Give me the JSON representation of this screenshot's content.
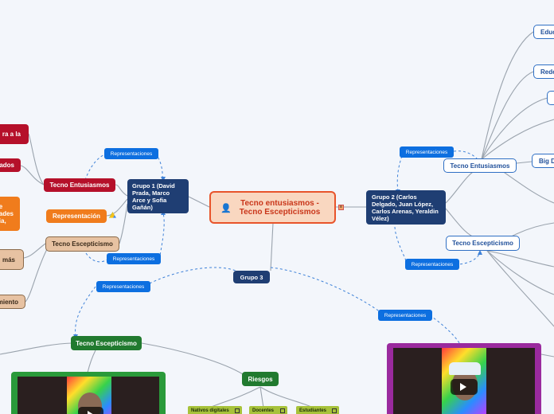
{
  "central": {
    "title": "Tecno entusiasmos - Tecno Escepticismos"
  },
  "groups": {
    "g1": "Grupo 1 (David Prada, Marco Arce y Sofia Gañán)",
    "g2": "Grupo 2 (Carlos Delgado, Juan López, Carlos Arenas, Yeraldin Vélez)",
    "g3": "Grupo 3"
  },
  "left_branch": {
    "red_items": [
      "ra a la",
      "ados"
    ],
    "entusiasmos": "Tecno Entusiasmos",
    "orange_item": "e\nades\nia,",
    "representacion": "Representación",
    "escepticismo": "Tecno Escepticismo",
    "tan_items": [
      "más",
      "miento"
    ]
  },
  "right_branch": {
    "entusiasmos": "Tecno Entusiasmos",
    "escepticismo": "Tecno Escepticismo",
    "leaves": [
      "Educ",
      "Rede",
      "",
      "Big D"
    ]
  },
  "group3_branch": {
    "escepticismo": "Tecno Escepticismo",
    "riesgos": "Riesgos",
    "riesgos_items": [
      "Nativos digitales",
      "Docentes",
      "Estudiantes"
    ]
  },
  "link_labels": {
    "representaciones": "Representaciones"
  },
  "colors": {
    "red": "#b5102a",
    "orange": "#f07c1c",
    "navy": "#1f3e73",
    "green": "#217a2f",
    "link_blue": "#0d6fe0",
    "central_border": "#e8542b",
    "video_green": "#2a9a3a",
    "video_purple": "#9a2a9e"
  }
}
